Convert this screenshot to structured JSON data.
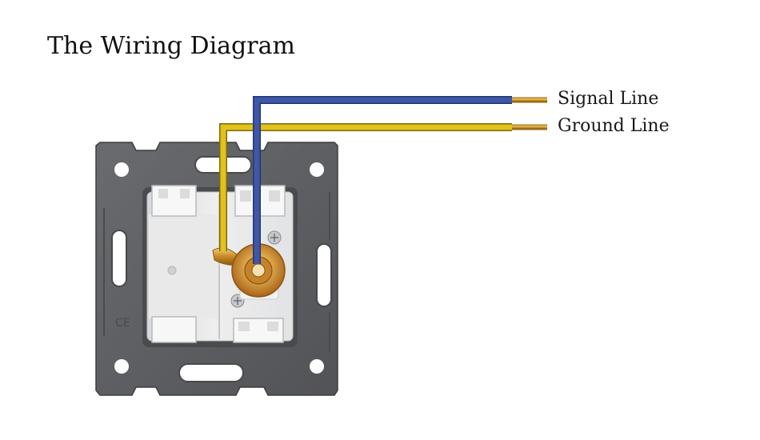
{
  "title": "The Wiring Diagram",
  "wires": [
    {
      "label": "Signal Line",
      "color": "#3f57a6"
    },
    {
      "label": "Ground Line",
      "color": "#e2c21c"
    }
  ],
  "colors": {
    "plate": "#5f6063",
    "housing": "#e6e7e8",
    "terminal": "#c98a2a",
    "copper_tip": "#d9a441"
  },
  "mark": "CE"
}
